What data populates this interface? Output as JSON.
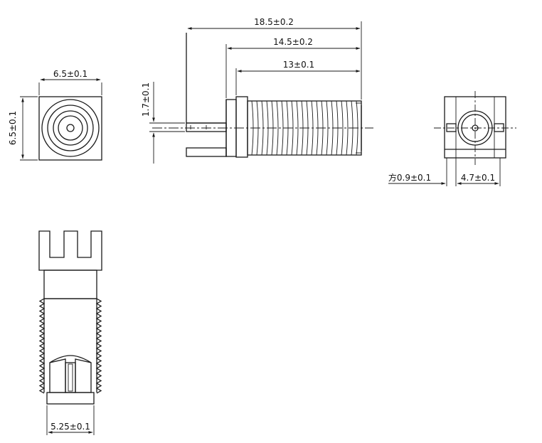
{
  "dimensions": {
    "front_width": "6.5±0.1",
    "front_height": "6.5±0.1",
    "overall_length": "18.5±0.2",
    "body_length": "14.5±0.2",
    "thread_length": "13±0.1",
    "pin_height": "1.7±0.1",
    "pad_width": "方0.9±0.1",
    "pad_spacing": "4.7±0.1",
    "bottom_width": "5.25±0.1"
  },
  "colors": {
    "line": "#1a1a1a",
    "background": "#ffffff"
  }
}
